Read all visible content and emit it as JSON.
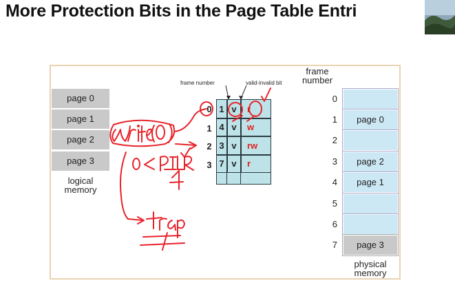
{
  "slide": {
    "title": "More Protection Bits in the Page Table Entri"
  },
  "logical_memory": {
    "pages": [
      "page 0",
      "page 1",
      "page 2",
      "page 3"
    ],
    "caption_line1": "logical",
    "caption_line2": "memory"
  },
  "page_table": {
    "frame_number_label": "frame number",
    "valid_invalid_label": "valid-invalid bit",
    "rows": [
      {
        "index": "0",
        "frame": "1",
        "valid": "v",
        "perm": "r"
      },
      {
        "index": "1",
        "frame": "4",
        "valid": "v",
        "perm": "w"
      },
      {
        "index": "2",
        "frame": "3",
        "valid": "v",
        "perm": "rw"
      },
      {
        "index": "3",
        "frame": "7",
        "valid": "v",
        "perm": "r"
      }
    ],
    "perm_color": "#e02020"
  },
  "physical_memory": {
    "header_line1": "frame",
    "header_line2": "number",
    "frames": [
      {
        "number": "0",
        "content": ""
      },
      {
        "number": "1",
        "content": "page 0"
      },
      {
        "number": "2",
        "content": ""
      },
      {
        "number": "3",
        "content": "page 2"
      },
      {
        "number": "4",
        "content": "page 1"
      },
      {
        "number": "5",
        "content": ""
      },
      {
        "number": "6",
        "content": ""
      },
      {
        "number": "7",
        "content": "page 3"
      }
    ],
    "caption_line1": "physical",
    "caption_line2": "memory"
  },
  "annotations": {
    "ink_color": "#e8232a",
    "handwritten_write": "write(0)",
    "handwritten_check": "0 < PTLR",
    "handwritten_ptlr_value": "4",
    "handwritten_trap": "trap"
  }
}
